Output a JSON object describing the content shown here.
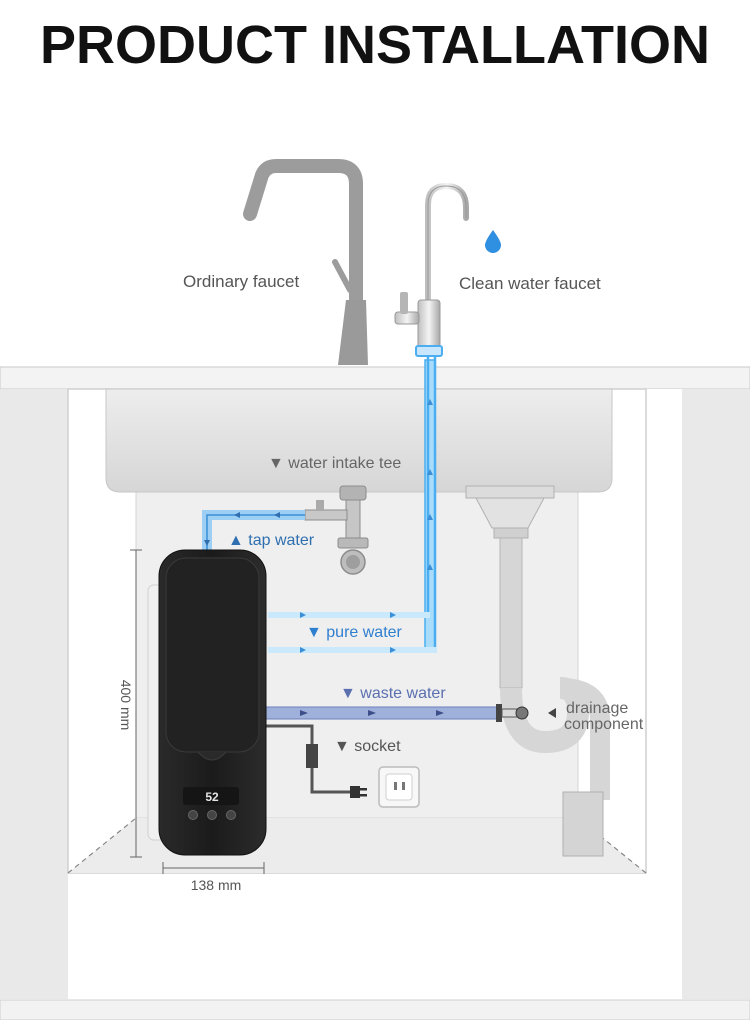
{
  "title": "PRODUCT INSTALLATION",
  "labels": {
    "ordinary_faucet": "Ordinary faucet",
    "clean_water_faucet": "Clean water faucet",
    "water_intake_tee": "water intake tee",
    "tap_water": "tap water",
    "pure_water": "pure water",
    "waste_water": "waste water",
    "drainage_line1": "drainage",
    "drainage_line2": "component",
    "socket": "socket",
    "height_dim": "400 mm",
    "width_dim": "138 mm",
    "display_reading": "52"
  },
  "colors": {
    "tap_water": "#3a8fd6",
    "pure_water": "#4aaef0",
    "waste_water": "#7f93c4",
    "label_text": "#555555",
    "label_blue": "#2f7fcf",
    "label_waste": "#5a6fb0",
    "cabinet_floor": "#e8e8e8",
    "purifier_body": "#1e1e1e",
    "faucet_gray": "#9a9a9a",
    "water_drop": "#2f8fe0"
  },
  "icons": [
    "water-drop-icon",
    "triangle-marker-icon",
    "power-plug-icon",
    "wall-socket-icon"
  ]
}
